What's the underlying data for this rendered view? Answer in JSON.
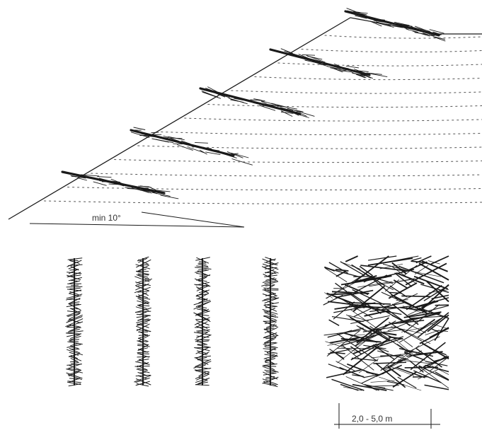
{
  "labels": {
    "slope_angle": "min 10°",
    "spacing": "2,0 - 5,0 m"
  },
  "colors": {
    "ink": "#1a1a1a",
    "dash": "#555555",
    "background": "#ffffff"
  },
  "structure": {
    "brush_layer_count": 5,
    "vertical_bundle_count": 4
  }
}
